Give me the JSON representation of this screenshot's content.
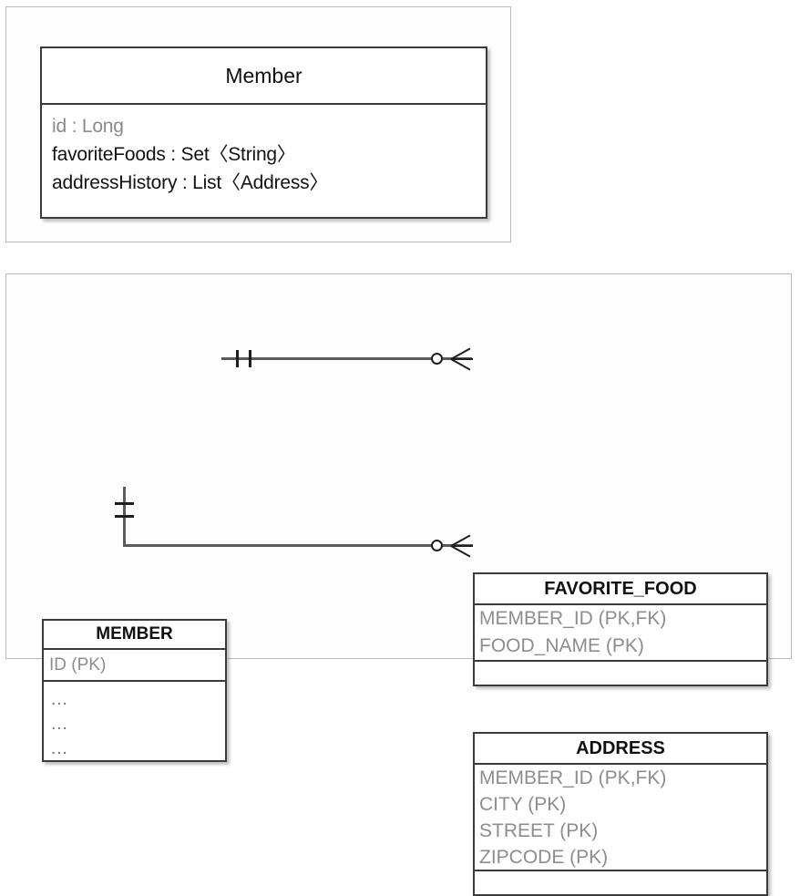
{
  "diagram": {
    "title": "Member domain model and relational ERD",
    "colors": {
      "panel_border": "#b9b9b9",
      "box_border": "#3b3b3b",
      "text_primary": "#121212",
      "text_muted": "#8d8d8d",
      "connector": "#5b5b5b"
    }
  },
  "uml_panel": {
    "class_box": {
      "name": "Member",
      "attributes": [
        {
          "text": "id : Long",
          "muted": true
        },
        {
          "text": "favoriteFoods : Set〈String〉",
          "muted": false
        },
        {
          "text": "addressHistory : List〈Address〉",
          "muted": false
        }
      ]
    }
  },
  "erd_panel": {
    "tables": [
      {
        "name": "MEMBER",
        "key_columns": [
          "ID (PK)"
        ],
        "other_columns": [
          "...",
          "...",
          "..."
        ]
      },
      {
        "name": "FAVORITE_FOOD",
        "key_columns": [
          "MEMBER_ID (PK,FK)",
          "FOOD_NAME (PK)"
        ],
        "other_columns": []
      },
      {
        "name": "ADDRESS",
        "key_columns": [
          "MEMBER_ID (PK,FK)",
          "CITY (PK)",
          "STREET (PK)",
          "ZIPCODE (PK)"
        ],
        "other_columns": []
      }
    ],
    "relationships": [
      {
        "from": "MEMBER",
        "to": "FAVORITE_FOOD",
        "from_cardinality": "one-and-only-one",
        "to_cardinality": "zero-or-many"
      },
      {
        "from": "MEMBER",
        "to": "ADDRESS",
        "from_cardinality": "one-and-only-one",
        "to_cardinality": "zero-or-many"
      }
    ]
  }
}
